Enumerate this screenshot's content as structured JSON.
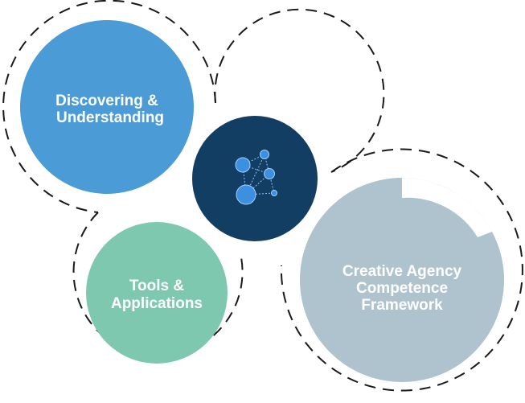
{
  "diagram": {
    "colors": {
      "discovering": "#4a9bd6",
      "tools": "#7ec8b0",
      "hub": "#123e63",
      "framework": "#afc3cf",
      "dash": "#1a1a1a",
      "network": "#3d8fe0"
    },
    "nodes": {
      "discovering": {
        "line1": "Discovering &",
        "line2": "Understanding"
      },
      "tools": {
        "line1": "Tools &",
        "line2": "Applications"
      },
      "framework": {
        "line1": "Creative Agency",
        "line2": "Competence",
        "line3": "Framework"
      },
      "hub": {
        "icon": "network-icon"
      }
    }
  }
}
